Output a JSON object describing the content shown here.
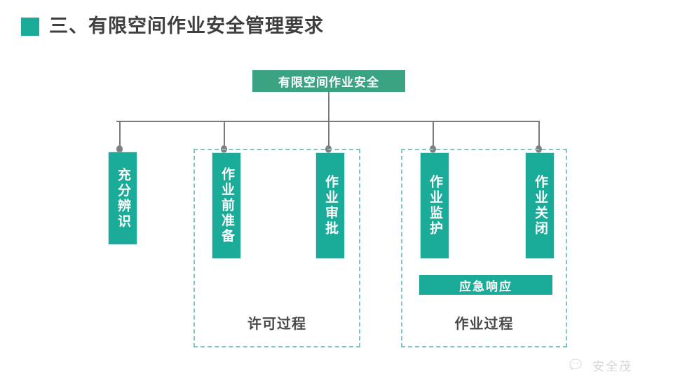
{
  "slide": {
    "background_color": "#ffffff",
    "accent_color": "#1aab99",
    "root_color": "#3aa383",
    "dashed_color": "#7fc4c1",
    "line_color": "#7a7a7a",
    "title": {
      "text": "三、有限空间作业安全管理要求",
      "bullet_icon": "square-bullet-icon"
    }
  },
  "diagram": {
    "root": {
      "label": "有限空间作业安全"
    },
    "nodes": [
      {
        "id": "node-1",
        "label": "充分辨识",
        "orientation": "vertical"
      },
      {
        "id": "node-2",
        "label": "作业前准备",
        "orientation": "vertical"
      },
      {
        "id": "node-3",
        "label": "作业审批",
        "orientation": "vertical"
      },
      {
        "id": "node-4",
        "label": "作业监护",
        "orientation": "vertical"
      },
      {
        "id": "node-5",
        "label": "作业关闭",
        "orientation": "vertical"
      }
    ],
    "emergency": {
      "label": "应急响应"
    },
    "groups": [
      {
        "id": "group-permit",
        "label": "许可过程",
        "members": [
          "node-2",
          "node-3"
        ]
      },
      {
        "id": "group-work",
        "label": "作业过程",
        "members": [
          "node-4",
          "node-5",
          "emergency"
        ]
      }
    ]
  },
  "watermark": {
    "icon": "wechat-bubble-icon",
    "text": "安全茂"
  }
}
